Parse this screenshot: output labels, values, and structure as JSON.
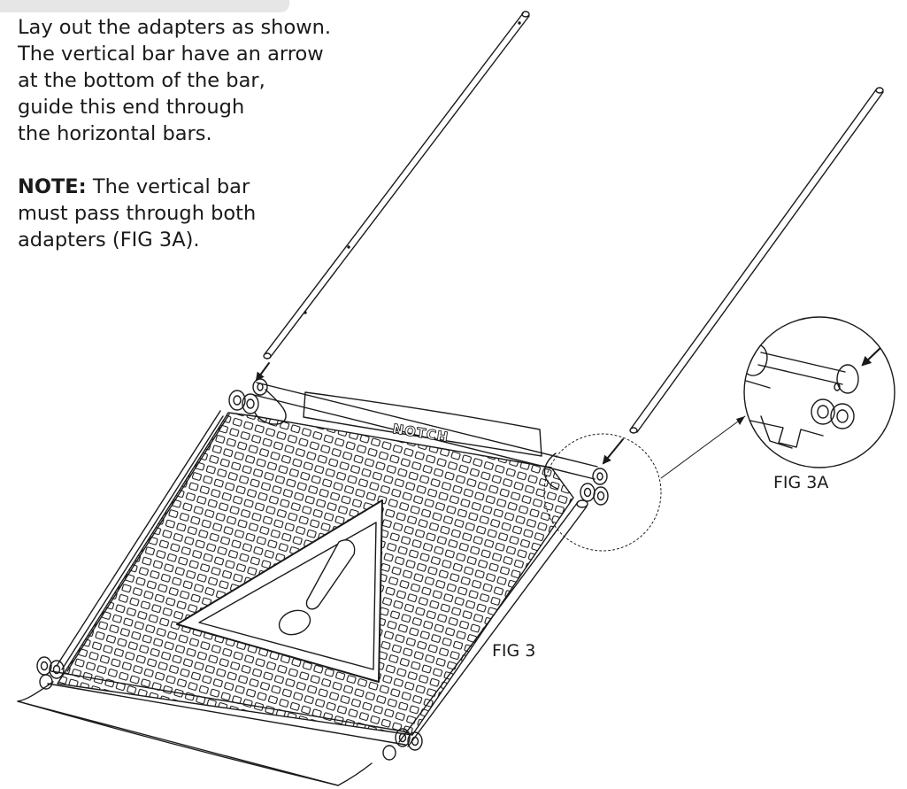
{
  "instructions": {
    "paragraph1_lines": [
      "Lay out the adapters as shown.",
      "The vertical bar have an arrow",
      "at the bottom of the bar,",
      "guide this end through",
      "the horizontal bars."
    ],
    "note_label": "NOTE:",
    "note_lines": [
      " The vertical bar",
      "must pass through both",
      "adapters (FIG 3A)."
    ]
  },
  "brand_logo_text": "NOTCH",
  "figures": {
    "main_label": "FIG 3",
    "detail_label": "FIG 3A"
  },
  "icons": [
    "warning-triangle-icon",
    "insertion-arrow-icon"
  ],
  "colors": {
    "ink": "#1a1a1a",
    "background": "#ffffff"
  }
}
